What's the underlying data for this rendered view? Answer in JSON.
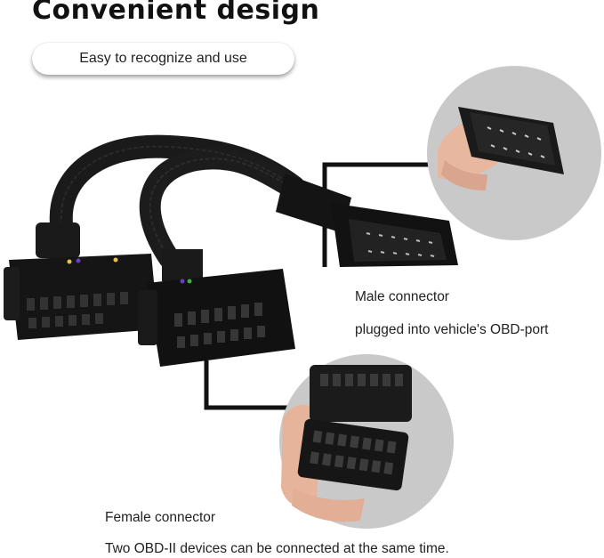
{
  "header": {
    "title": "Convenient design",
    "tagline": "Easy to recognize and use"
  },
  "male": {
    "label": "Male connector",
    "description": "plugged into vehicle's OBD-port"
  },
  "female": {
    "label": "Female connector",
    "description": "Two OBD-II devices can be connected at the same time."
  },
  "colors": {
    "cable": "#1a1a1a",
    "connector": "#151515",
    "zoom_circle": "#c9c9c9",
    "callout_line": "#111111"
  }
}
